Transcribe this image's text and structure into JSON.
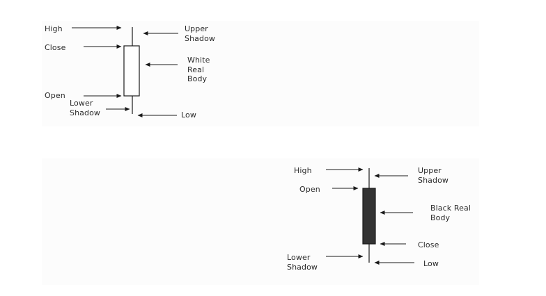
{
  "white_candle": {
    "high": "High",
    "close": "Close",
    "open": "Open",
    "lower_shadow": "Lower\nShadow",
    "upper_shadow": "Upper\nShadow",
    "real_body": "White\nReal\nBody",
    "low": "Low",
    "body_fill": "#ffffff"
  },
  "black_candle": {
    "high": "High",
    "open": "Open",
    "lower_shadow": "Lower\nShadow",
    "upper_shadow": "Upper\nShadow",
    "real_body": "Black Real\nBody",
    "close": "Close",
    "low": "Low",
    "body_fill": "#333333"
  },
  "colors": {
    "line": "#1a1a1a",
    "text": "#2a2a2a",
    "panel": "#fcfcfc"
  }
}
